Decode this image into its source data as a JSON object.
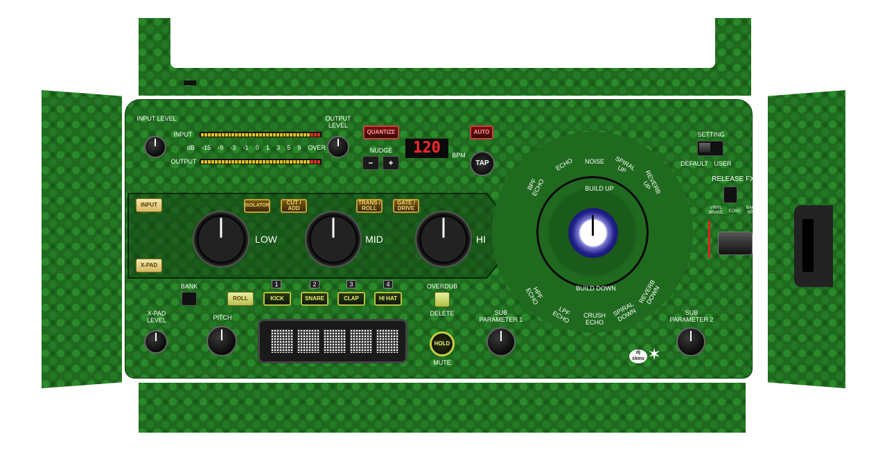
{
  "meters": {
    "input_label": "INPUT",
    "output_label": "OUTPUT",
    "scale": [
      "dB",
      "-15",
      "-9",
      "-3",
      "-1",
      "0",
      "1",
      "3",
      "5",
      "9",
      "OVER"
    ]
  },
  "knobs": {
    "input_level": "INPUT LEVEL",
    "output_level": "OUTPUT LEVEL",
    "xpad_level": "X-PAD LEVEL",
    "pitch": "PITCH",
    "sub_param_1": "SUB PARAMETER 1",
    "sub_param_2": "SUB PARAMETER 2"
  },
  "top": {
    "quantize": "QUANTIZE",
    "auto": "AUTO",
    "nudge": "NUDGE",
    "minus": "−",
    "plus": "+",
    "bpm_value": "120",
    "bpm_label": "BPM",
    "tap": "TAP"
  },
  "iso": {
    "input": "INPUT",
    "xpad": "X-PAD",
    "isolator": "ISOLATOR",
    "cut_add": "CUT / ADD",
    "trans_roll": "TRANS / ROLL",
    "gate_drive": "GATE / DRIVE",
    "low": "LOW",
    "mid": "MID",
    "hi": "HI"
  },
  "pad": {
    "bank": "BANK",
    "roll": "ROLL",
    "kick": "KICK",
    "snare": "SNARE",
    "clap": "CLAP",
    "hihat": "HI HAT",
    "n1": "1",
    "n2": "2",
    "n3": "3",
    "n4": "4",
    "overdub": "OVERDUB",
    "delete": "DELETE",
    "hold": "HOLD",
    "mute": "MUTE"
  },
  "wheel": {
    "build_up": "BUILD UP",
    "build_down": "BUILD DOWN",
    "top_segments": [
      "BPF ECHO",
      "ECHO",
      "NOISE",
      "SPIRAL UP",
      "REVERB UP"
    ],
    "bottom_segments": [
      "HPF ECHO",
      "LPF ECHO",
      "CRUSH ECHO",
      "SPIRAL DOWN",
      "REVERB DOWN"
    ]
  },
  "right": {
    "setting": "SETTING",
    "default": "DEFAULT",
    "user": "USER",
    "release_fx": "RELEASE FX",
    "vinyl_brake": "VINYL BRAKE",
    "echo": "ECHO",
    "back_spin": "BACK SPIN"
  },
  "logo": {
    "text": "dj skins"
  }
}
